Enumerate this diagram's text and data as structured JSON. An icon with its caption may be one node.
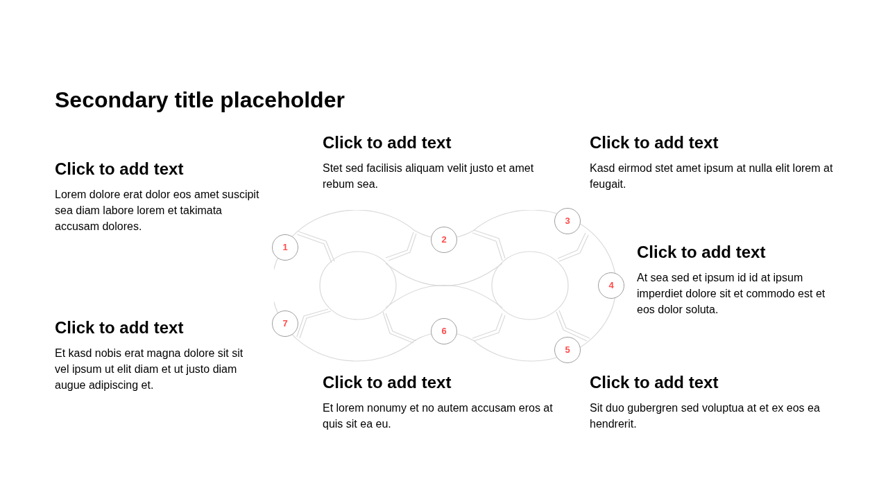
{
  "diagram": {
    "title": "Secondary title placeholder",
    "nodes": [
      {
        "text": [
          "1"
        ]
      },
      {
        "text": [
          "2"
        ]
      },
      {
        "text": [
          "3"
        ]
      },
      {
        "text": [
          "4"
        ]
      },
      {
        "text": [
          "5"
        ]
      },
      {
        "text": [
          "6"
        ]
      },
      {
        "text": [
          "7"
        ]
      }
    ],
    "labels": [
      "Click to add text",
      "Stet sed facilisis aliquam velit justo et amet rebum sea.",
      "Click to add text",
      "Kasd eirmod stet amet ipsum at nulla elit lorem at feugait.",
      "Click to add text",
      "Lorem dolore erat dolor eos amet suscipit sea diam labore lorem et takimata accusam dolores.",
      "Click to add text",
      "At sea sed et ipsum id id at ipsum imperdiet dolore sit et commodo est et eos dolor soluta.",
      "Click to add text",
      "Et kasd nobis erat magna dolore sit sit vel ipsum ut elit diam et ut justo diam augue adipiscing et.",
      "Click to add text",
      "Et lorem nonumy et no autem accusam eros at quis sit ea eu.",
      "Click to add text",
      "Sit duo gubergren sed voluptua at et ex eos ea hendrerit."
    ]
  }
}
